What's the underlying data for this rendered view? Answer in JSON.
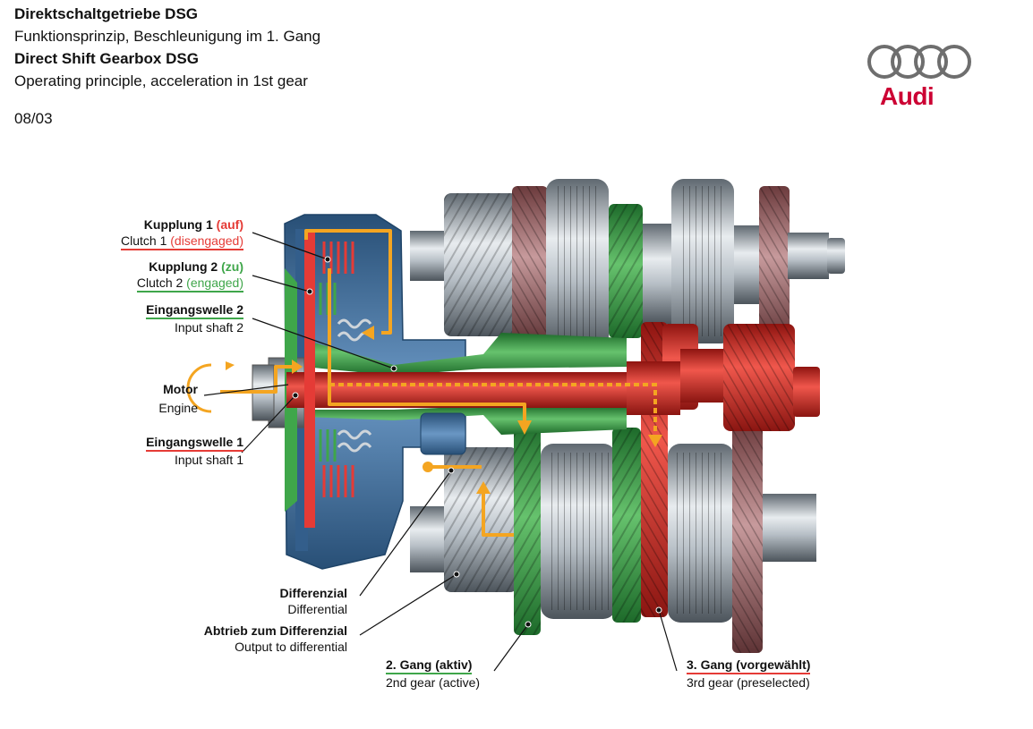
{
  "header": {
    "title_de": "Direktschaltgetriebe DSG",
    "subtitle_de": "Funktionsprinzip, Beschleunigung im 1. Gang",
    "title_en": "Direct Shift Gearbox DSG",
    "subtitle_en": "Operating principle, acceleration in 1st gear",
    "date": "08/03"
  },
  "logo": {
    "text": "Audi",
    "ring_color": "#6b6b6b",
    "text_color": "#cc0033"
  },
  "colors": {
    "red": "#e53b36",
    "green": "#3fa64a",
    "orange": "#f4a521",
    "blue": "#3c6e9e",
    "steel": "#9aa4ad"
  },
  "labels": {
    "clutch1": {
      "de_prefix": "Kupplung 1",
      "de_state": "(auf)",
      "en_prefix": "Clutch 1",
      "en_state": "(disengaged)"
    },
    "clutch2": {
      "de_prefix": "Kupplung 2",
      "de_state": "(zu)",
      "en_prefix": "Clutch 2",
      "en_state": "(engaged)"
    },
    "input2": {
      "de": "Eingangswelle 2",
      "en": "Input shaft 2"
    },
    "motor": {
      "de": "Motor",
      "en": "Engine"
    },
    "input1": {
      "de": "Eingangswelle 1",
      "en": "Input shaft 1"
    },
    "differential": {
      "de": "Differenzial",
      "en": "Differential"
    },
    "output": {
      "de": "Abtrieb zum Differenzial",
      "en": "Output to differential"
    },
    "gear2": {
      "de": "2. Gang (aktiv)",
      "en": "2nd gear (active)"
    },
    "gear3": {
      "de": "3. Gang (vorgewählt)",
      "en": "3rd gear (preselected)"
    }
  }
}
